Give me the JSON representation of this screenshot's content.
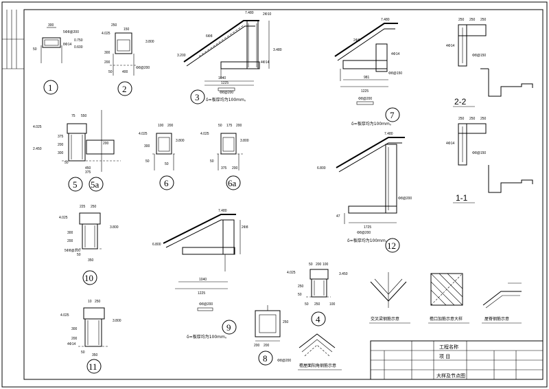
{
  "drawing": {
    "details": [
      {
        "id": "d1",
        "num": "1",
        "dims": [
          "300",
          "5Φ8@200",
          "0.750",
          "8Φ14",
          "50",
          "0.600"
        ]
      },
      {
        "id": "d2",
        "num": "2",
        "dims": [
          "250",
          "150",
          "4.025",
          "3.800",
          "300",
          "200",
          "50",
          "400",
          "Φ8@200"
        ]
      },
      {
        "id": "d3",
        "num": "3",
        "dims": [
          "7.480",
          "2Φ10",
          "6Φ8",
          "3.200",
          "3.480",
          "4Φ14",
          "1040",
          "1225",
          "Φ8@200"
        ],
        "note": "δ=板厚均为100mm。"
      },
      {
        "id": "d7",
        "num": "7",
        "dims": [
          "7.480",
          "2Φ8",
          "4Φ14",
          "Φ8@150",
          "981",
          "1225",
          "Φ8@200"
        ],
        "note": "δ=板厚均为100mm。"
      },
      {
        "id": "d22",
        "num": "2-2",
        "dims": [
          "250",
          "250",
          "250",
          "4Φ14",
          "Φ8@150"
        ]
      },
      {
        "id": "d11s",
        "num": "1-1",
        "dims": [
          "250",
          "250",
          "250",
          "4Φ14",
          "Φ8@150"
        ]
      },
      {
        "id": "d5",
        "num": "5",
        "dims": [
          "75",
          "550",
          "4.025",
          "375",
          "200",
          "2.450",
          "300",
          "200",
          "50",
          "450",
          "375"
        ]
      },
      {
        "id": "d5a",
        "num": "5a",
        "dims": []
      },
      {
        "id": "d6",
        "num": "6",
        "dims": [
          "100",
          "200",
          "4.025",
          "3.800",
          "50",
          "50",
          "300"
        ]
      },
      {
        "id": "d6a",
        "num": "6a",
        "dims": [
          "50",
          "175",
          "200",
          "4.025",
          "3.800",
          "50",
          "375",
          "200"
        ]
      },
      {
        "id": "d12",
        "num": "12",
        "dims": [
          "7.480",
          "6.800",
          "Φ8@200",
          "1725",
          "Φ8@200",
          "47"
        ],
        "note": "δ=板厚均为100mm。"
      },
      {
        "id": "d10",
        "num": "10",
        "dims": [
          "225",
          "250",
          "4.025",
          "3.800",
          "300",
          "200",
          "50",
          "350",
          "5Φ8@200"
        ]
      },
      {
        "id": "d9",
        "num": "9",
        "dims": [
          "7.480",
          "6.800",
          "2Φ8",
          "1040",
          "1225",
          "Φ8@200"
        ],
        "note": "δ=板厚均为100mm。"
      },
      {
        "id": "d4",
        "num": "4",
        "dims": [
          "50",
          "200",
          "100",
          "4.025",
          "3.450",
          "250",
          "50",
          "250",
          "50",
          "100"
        ]
      },
      {
        "id": "d8",
        "num": "8",
        "dims": [
          "200",
          "200",
          "250",
          "Φ8@200"
        ]
      },
      {
        "id": "d11",
        "num": "11",
        "dims": [
          "10",
          "250",
          "4.025",
          "3.800",
          "300",
          "200",
          "50",
          "350",
          "4Φ14"
        ]
      }
    ],
    "captions": {
      "valley": "交叉梁钢筋示意",
      "corner": "檐口加筋示意大样",
      "ridge": "屋脊钢筋示意",
      "roof_corner": "檐屋面阳角钢筋示意"
    },
    "title_block": {
      "project_label": "工程名称",
      "item_label": "项  目",
      "drawing_name": "大样及节点图"
    }
  }
}
